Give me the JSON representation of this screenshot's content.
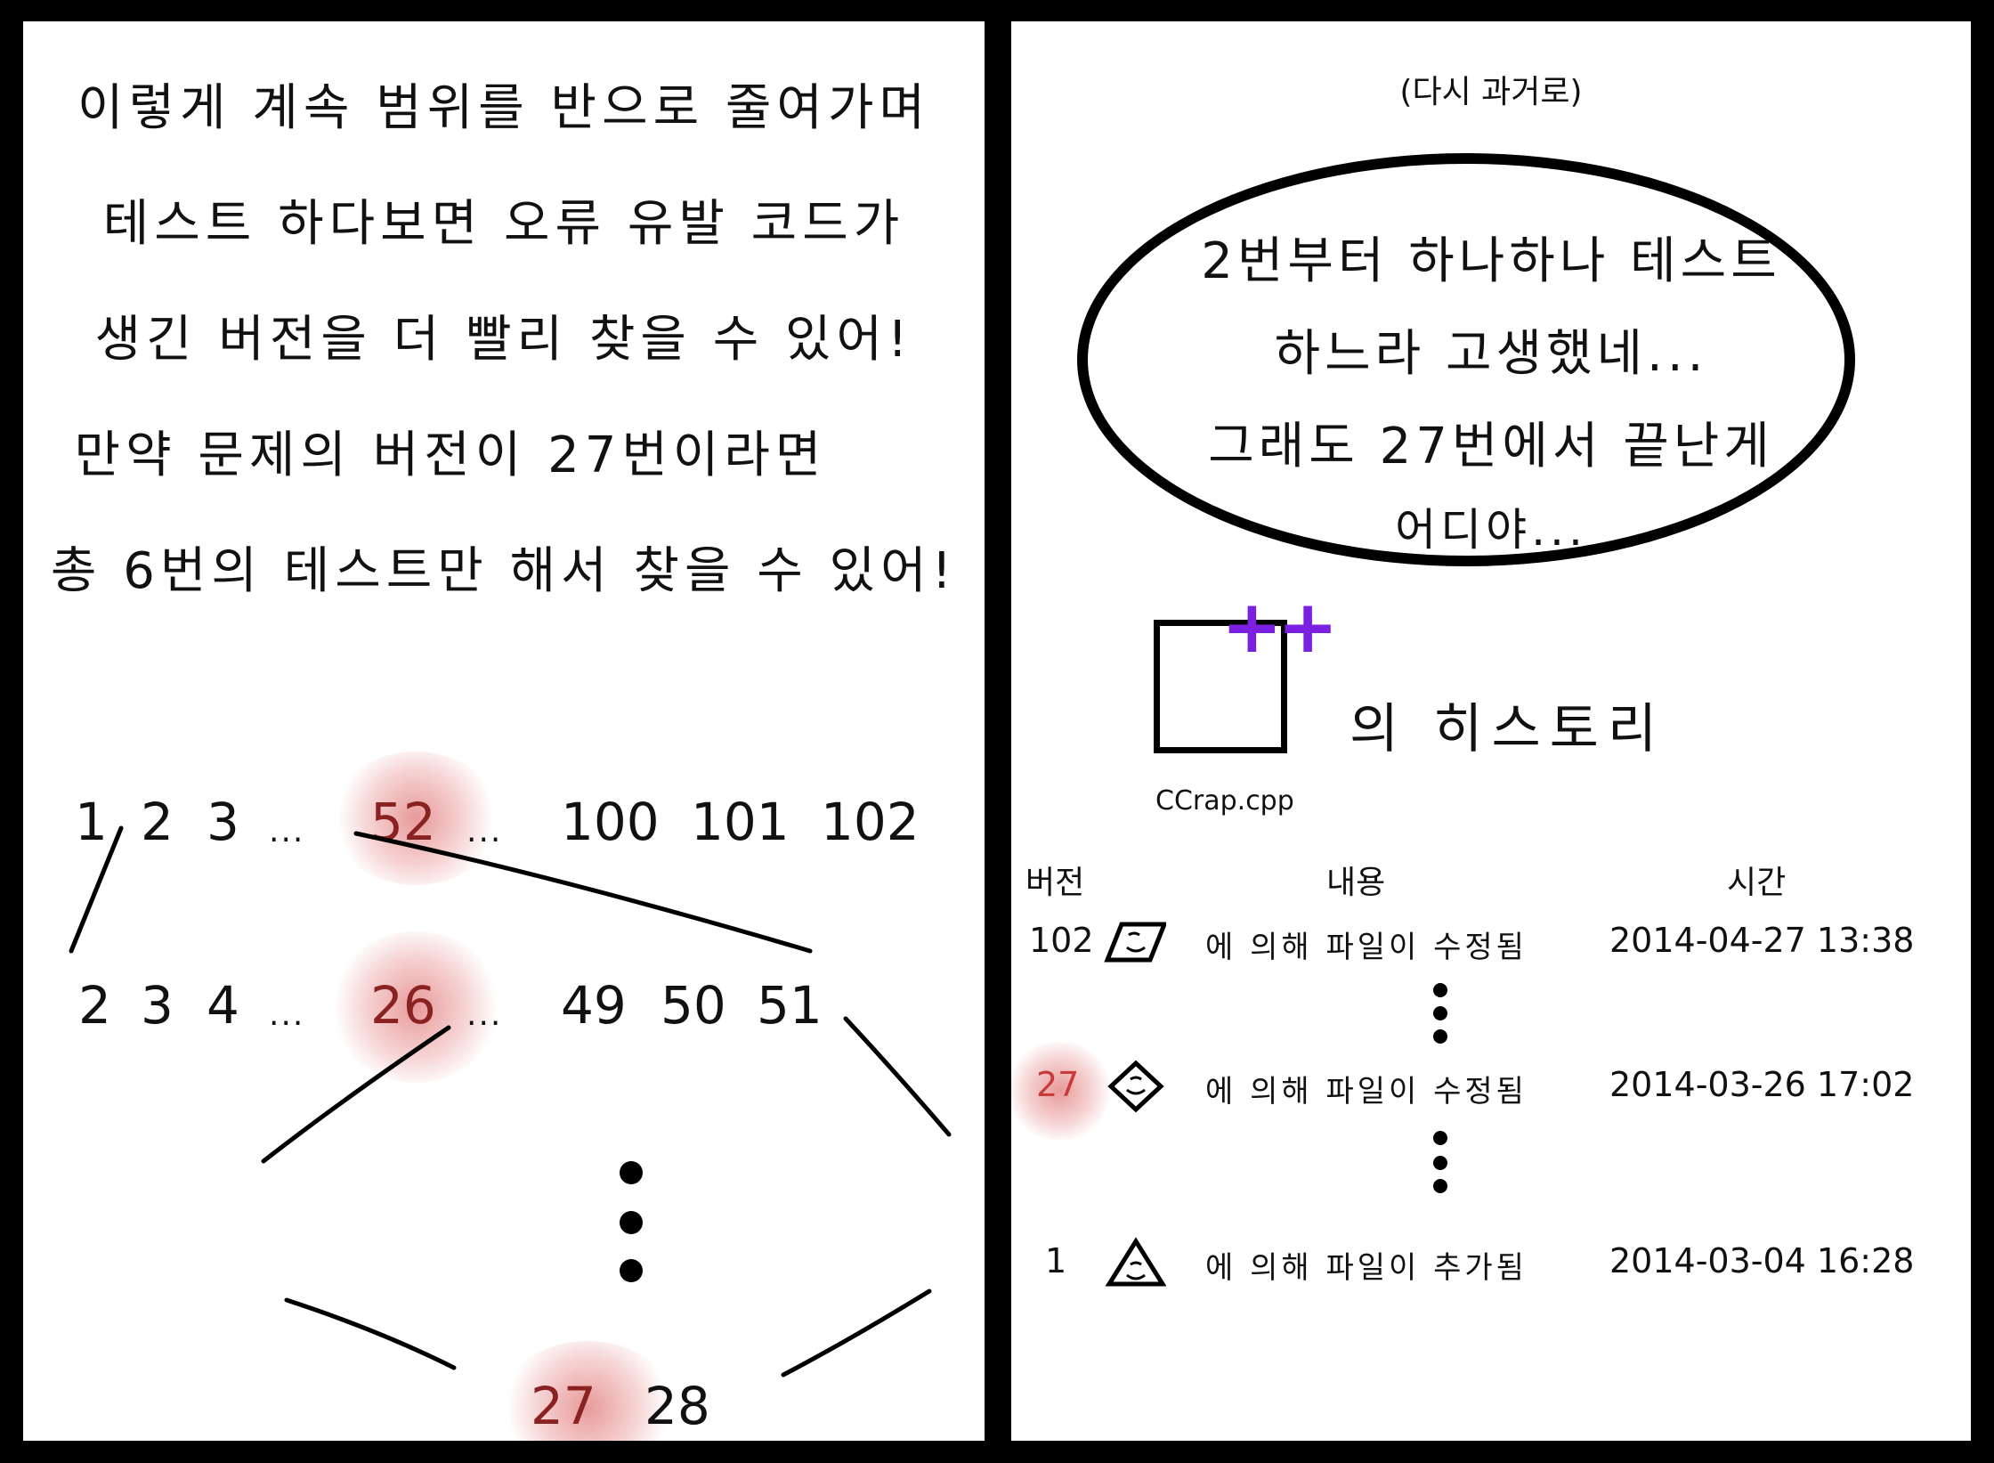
{
  "left_panel": {
    "narration": [
      "이렇게 계속 범위를 반으로 줄여가며",
      "테스트 하다보면 오류 유발 코드가",
      "생긴 버전을 더 빨리 찾을 수 있어!",
      "만약 문제의 버전이 27번이라면",
      "총 6번의 테스트만 해서 찾을 수 있어!"
    ],
    "row1": [
      "1",
      "2",
      "3",
      "...",
      "52",
      "...",
      "100",
      "101",
      "102"
    ],
    "row2": [
      "2",
      "3",
      "4",
      "...",
      "26",
      "...",
      "49",
      "50",
      "51"
    ],
    "row3": [
      "27",
      "28"
    ],
    "highlight_color": "#e07878"
  },
  "right_panel": {
    "past_label": "(다시 과거로)",
    "bubble_lines": [
      "2번부터 하나하나 테스트",
      "하느라 고생했네...",
      "그래도 27번에서 끝난게",
      "어디야..."
    ],
    "file_icon": {
      "name": "CCrap.cpp",
      "badge": "++",
      "badge_color": "#7b1fe0"
    },
    "history_title": "의 히스토리",
    "headers": {
      "version": "버전",
      "content": "내용",
      "time": "시간"
    },
    "rows": [
      {
        "version": "102",
        "icon": "parallelogram-face-icon",
        "desc": "에 의해 파일이 수정됨",
        "time": "2014-04-27 13:38"
      },
      {
        "version": "27",
        "icon": "diamond-face-icon",
        "desc": "에 의해 파일이 수정됨",
        "time": "2014-03-26 17:02"
      },
      {
        "version": "1",
        "icon": "triangle-face-icon",
        "desc": "에 의해 파일이 추가됨",
        "time": "2014-03-04 16:28"
      }
    ]
  }
}
